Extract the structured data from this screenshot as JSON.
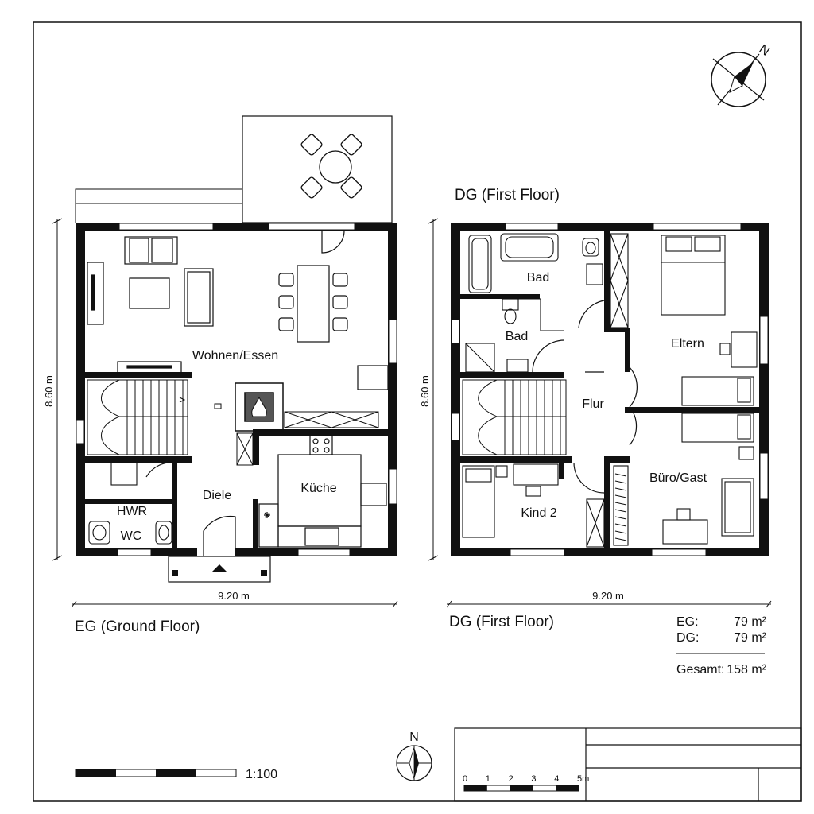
{
  "ground_floor": {
    "title": "EG (Ground Floor)",
    "width_label": "9.20 m",
    "depth_label": "8.60 m",
    "rooms": {
      "wohnen": "Wohnen/Essen",
      "diele": "Diele",
      "kueche": "Küche",
      "hwr": "HWR",
      "wc": "WC"
    }
  },
  "first_floor": {
    "title_top": "DG (First Floor)",
    "title": "DG (First Floor)",
    "width_label": "9.20 m",
    "depth_label": "8.60 m",
    "rooms": {
      "bad1": "Bad",
      "bad2": "Bad",
      "eltern": "Eltern",
      "flur": "Flur",
      "buero": "Büro/Gast",
      "kind2": "Kind 2"
    }
  },
  "areas": {
    "eg_label": "EG:",
    "eg_value": "79 m²",
    "dg_label": "DG:",
    "dg_value": "79 m²",
    "total_label": "Gesamt:",
    "total_value": "158 m²"
  },
  "north_label": "N",
  "scale": {
    "ratio": "1:100",
    "ticks": [
      "0",
      "1",
      "2",
      "3",
      "4",
      "5m"
    ]
  }
}
